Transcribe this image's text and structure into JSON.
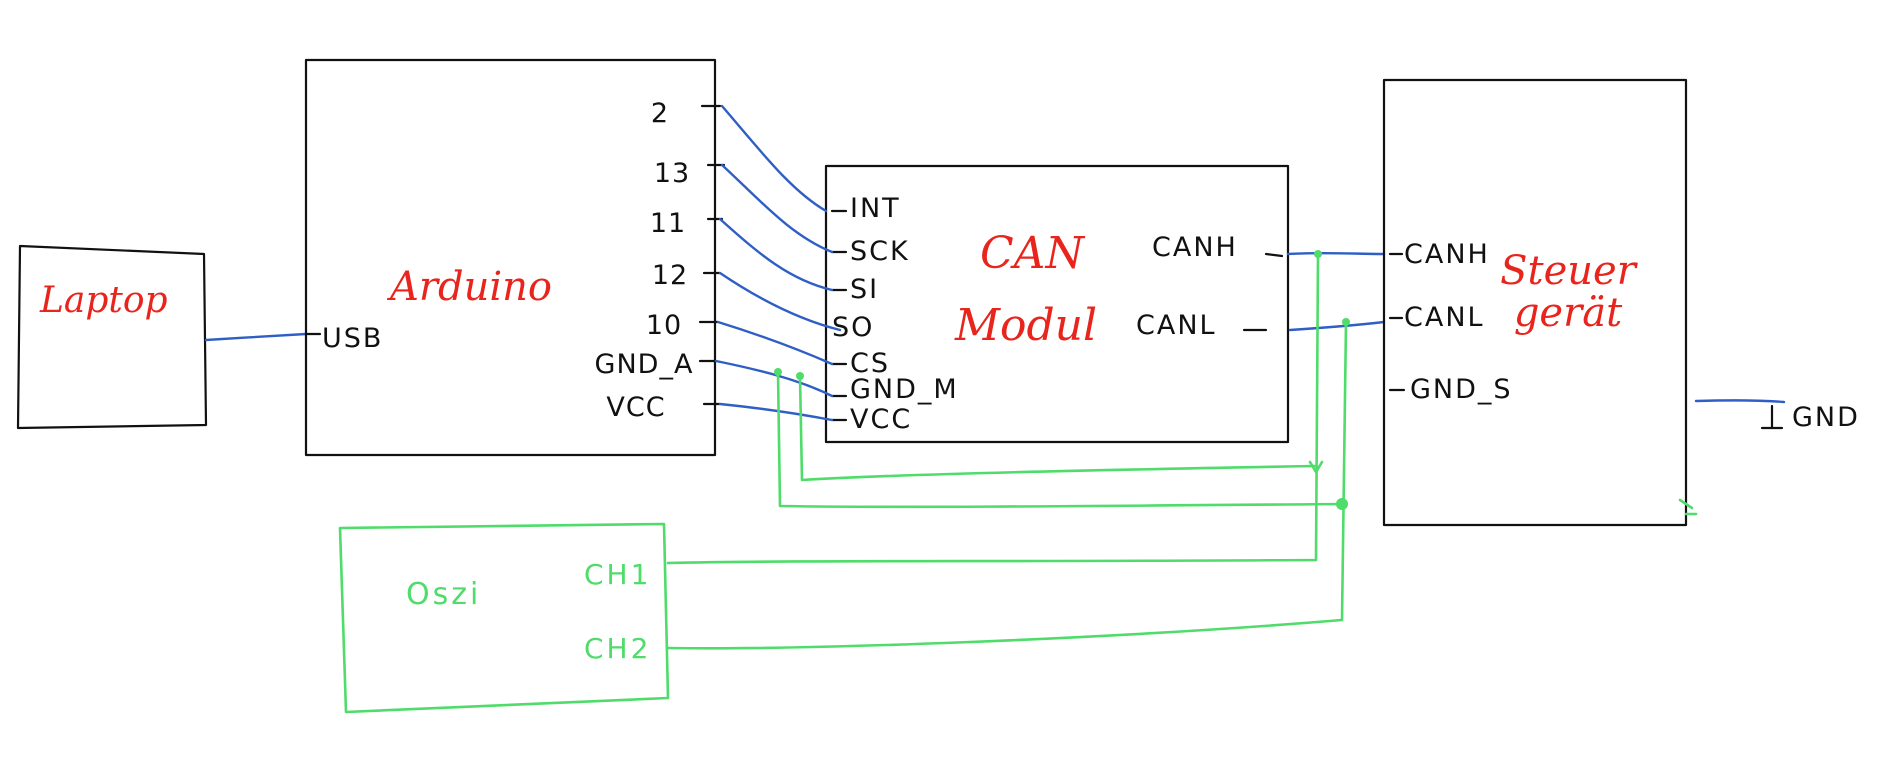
{
  "colors": {
    "outline": "#111111",
    "title_red": "#e8241c",
    "wire_blue": "#2f5fc4",
    "wire_green": "#4fdc6a"
  },
  "laptop": {
    "title": "Laptop"
  },
  "arduino": {
    "title": "Arduino",
    "usb_label": "USB",
    "pins": [
      "2",
      "13",
      "11",
      "12",
      "10",
      "GND_A",
      "VCC"
    ]
  },
  "can_module": {
    "title_line1": "CAN",
    "title_line2": "Modul",
    "pins_left": [
      "INT",
      "SCK",
      "SI",
      "SO",
      "CS",
      "GND_M",
      "VCC"
    ],
    "pins_right": [
      "CANH",
      "CANL"
    ]
  },
  "steuergeraet": {
    "title_line1": "Steuer",
    "title_line2": "gerät",
    "pins": [
      "CANH",
      "CANL",
      "GND_S"
    ]
  },
  "gnd_label": "GND",
  "oszi": {
    "title": "Oszi",
    "channels": [
      "CH1",
      "CH2"
    ]
  }
}
